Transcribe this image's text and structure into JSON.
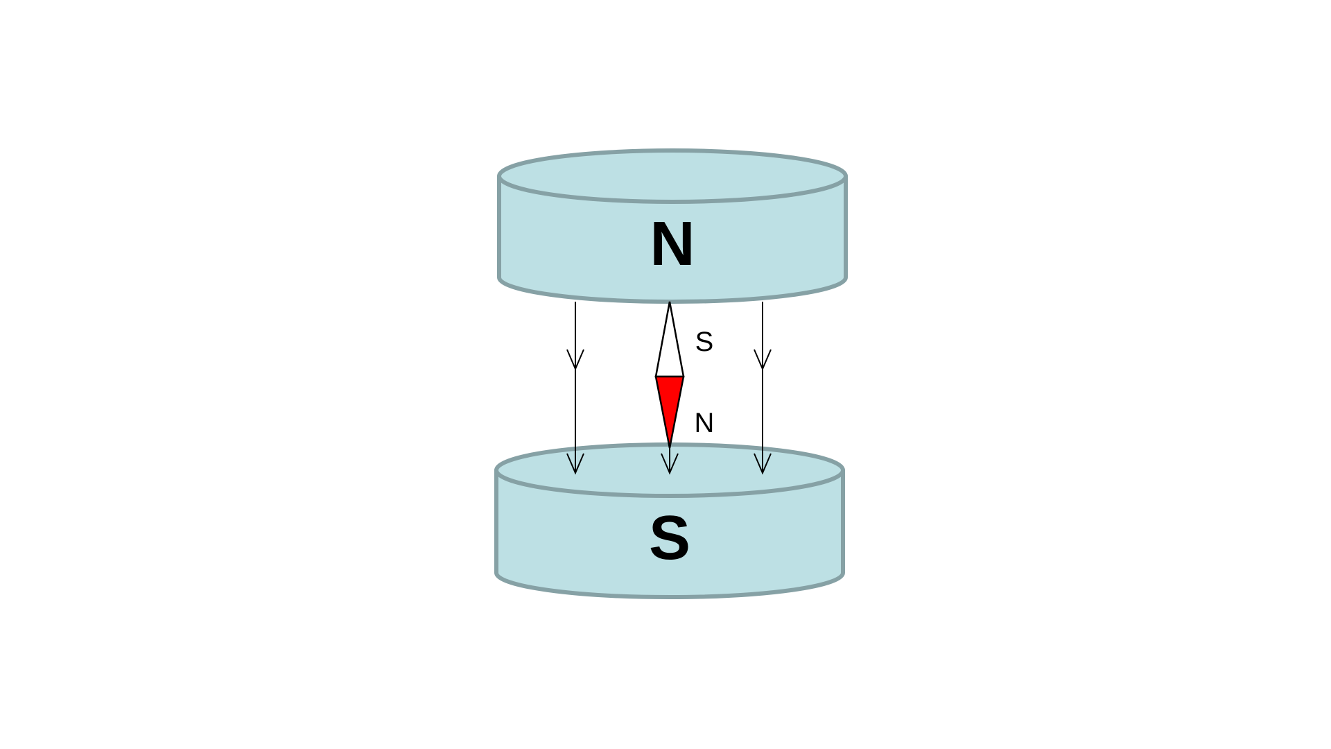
{
  "diagram": {
    "top_magnet": {
      "pole_label": "N"
    },
    "bottom_magnet": {
      "pole_label": "S"
    },
    "compass_needle": {
      "top_label": "S",
      "bottom_label": "N"
    },
    "colors": {
      "magnet_fill": "#bde0e4",
      "magnet_stroke": "#86a1a5",
      "needle_north_fill": "#ff0000",
      "needle_south_fill": "#ffffff",
      "field_line": "#000000"
    },
    "field_line_count": 3
  }
}
